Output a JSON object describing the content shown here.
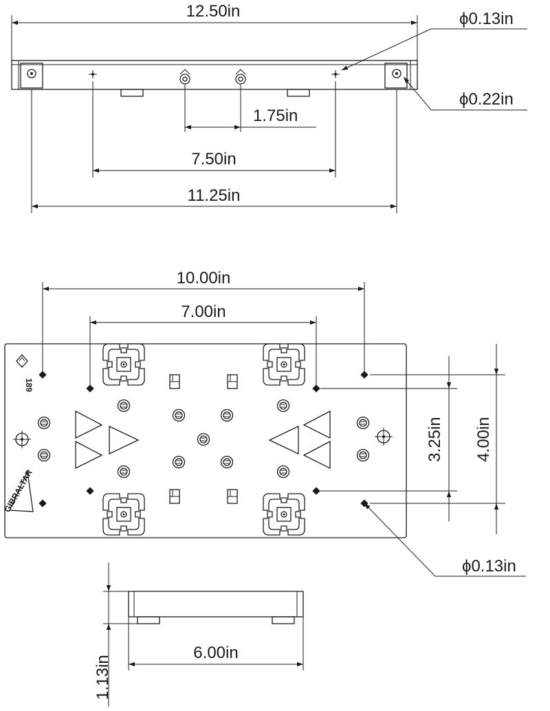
{
  "top_view": {
    "overall_width": "12.50in",
    "hole_small_dia": "ϕ0.13in",
    "hole_large_dia": "ϕ0.22in",
    "center_spacing": "1.75in",
    "inner_spacing": "7.50in",
    "outer_spacing": "11.25in"
  },
  "plan_view": {
    "width_outer": "10.00in",
    "width_inner": "7.00in",
    "height_inner": "3.25in",
    "height_outer": "4.00in",
    "hole_dia": "ϕ0.13in",
    "part_number": "189",
    "brand_text": "GIBRALTAR"
  },
  "side_view": {
    "width": "6.00in",
    "height": "1.13in"
  }
}
